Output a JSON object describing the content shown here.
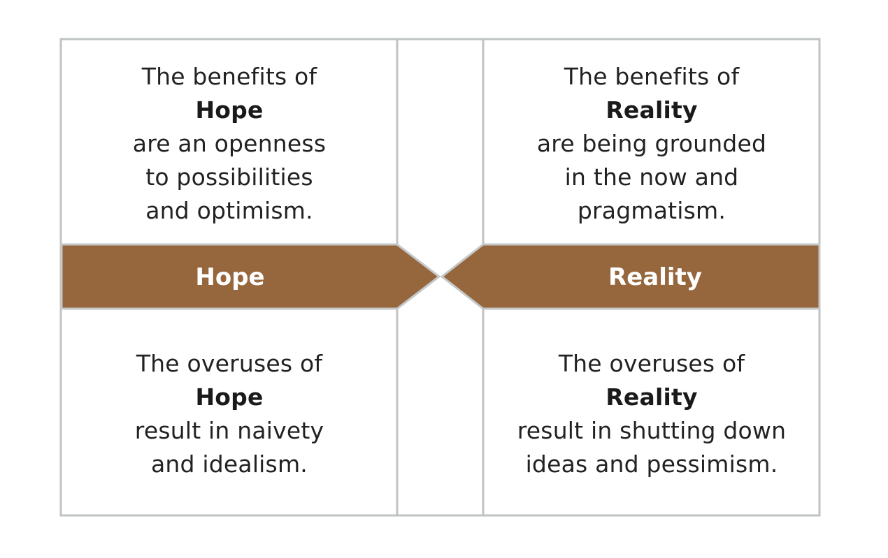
{
  "colors": {
    "band": "#96663d",
    "border": "#bfc3c3",
    "band_edge": "#c4c8c8"
  },
  "quadrants": {
    "top_left": {
      "intro": "The benefits of",
      "term": "Hope",
      "line1": "are an openness",
      "line2": "to possibilities",
      "line3": "and optimism."
    },
    "top_right": {
      "intro": "The benefits of",
      "term": "Reality",
      "line1": "are being grounded",
      "line2": "in the now and",
      "line3": "pragmatism."
    },
    "bottom_left": {
      "intro": "The overuses of",
      "term": "Hope",
      "line1": "result in naivety",
      "line2": "and idealism."
    },
    "bottom_right": {
      "intro": "The overuses of",
      "term": "Reality",
      "line1": "result in shutting down",
      "line2": "ideas and pessimism."
    }
  },
  "band": {
    "left_label": "Hope",
    "right_label": "Reality"
  }
}
